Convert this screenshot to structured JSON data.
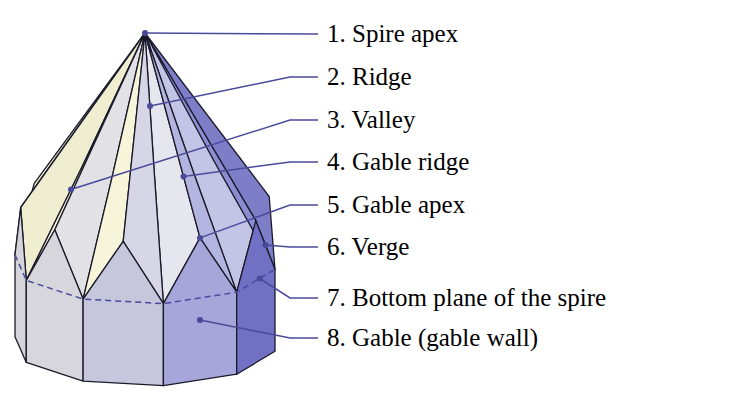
{
  "diagram": {
    "labels": [
      "1. Spire apex",
      "2. Ridge",
      "3. Valley",
      "4. Gable ridge",
      "5. Gable apex",
      "6. Verge",
      "7. Bottom plane of the spire",
      "8. Gable (gable wall)"
    ]
  }
}
